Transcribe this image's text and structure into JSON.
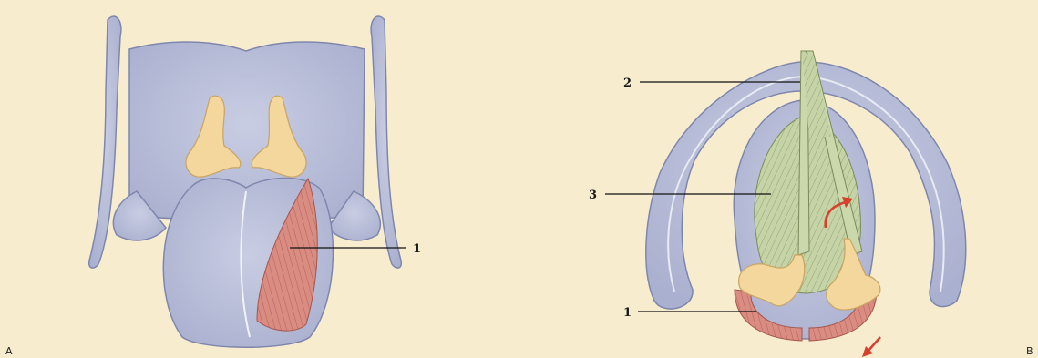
{
  "panels": [
    {
      "id": "A",
      "label": "A",
      "callouts": [
        {
          "label": "1"
        }
      ]
    },
    {
      "id": "B",
      "label": "B",
      "callouts": [
        {
          "label": "2"
        },
        {
          "label": "3"
        },
        {
          "label": "1"
        }
      ]
    }
  ],
  "colors": {
    "background": "#f7edce",
    "cartilage": "#b7bdd8",
    "cartilage_outline": "#7f86ad",
    "arytenoid": "#f3d79c",
    "muscle": "#d4837a",
    "vocal_fold": "#b9c99a",
    "arrow": "#d8402d"
  },
  "icons": {
    "rotation_arrow": "curved-arrow",
    "movement_arrow": "arrow"
  }
}
